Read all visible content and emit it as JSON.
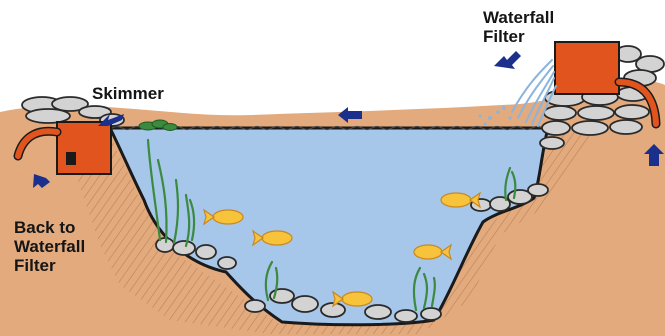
{
  "labels": {
    "skimmer": "Skimmer",
    "waterfall_filter": [
      "Waterfall",
      "Filter"
    ],
    "back_to_filter": [
      "Back to",
      "Waterfall",
      "Filter"
    ]
  },
  "colors": {
    "water": "#a6c6ea",
    "soil": "#e3aa7d",
    "equipment": "#e2541e",
    "arrows": "#1b2f8c",
    "fish": "#f7c33b",
    "rocks": "#d3d3d3",
    "plants": "#3b8a3f"
  }
}
